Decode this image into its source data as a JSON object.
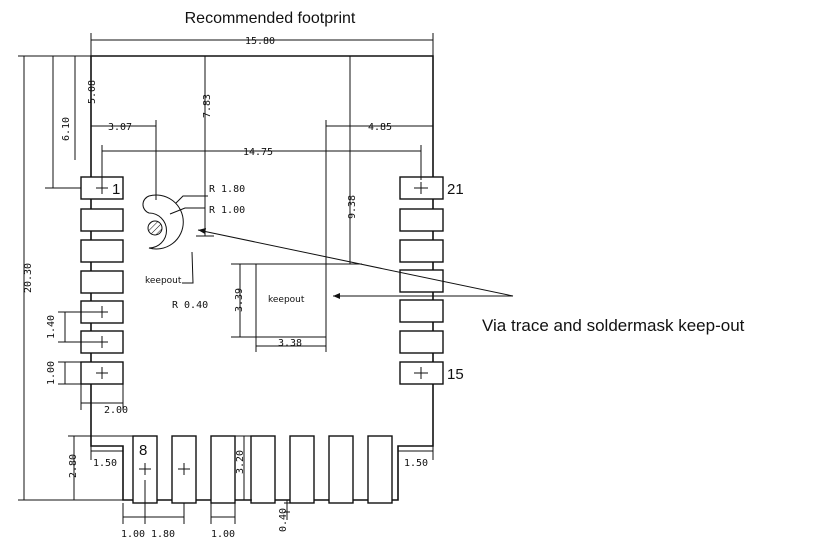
{
  "title": "Recommended footprint",
  "callout": "Via trace and soldermask keep-out",
  "keepout_label": "keepout",
  "pin_numbers": {
    "p1": "1",
    "p8": "8",
    "p15": "15",
    "p21": "21"
  },
  "dims": {
    "overall_width": "15.80",
    "pad_span": "14.75",
    "left_to_via": "3.07",
    "right_to_keepout": "4.85",
    "top_to_pin1": "6.10",
    "top_to_via": "5.08",
    "top_to_ring": "7.83",
    "top_to_keepout": "9.38",
    "overall_height": "20.30",
    "pitch": "1.40",
    "pad_width": "1.00",
    "pad_length": "2.00",
    "bottom_left_offset": "1.50",
    "bottom_right_offset": "1.50",
    "bottom_pad_height": "2.80",
    "notch_height": "3.20",
    "notch_gap": "0.40",
    "bottom_pad_width": "1.00",
    "bottom_pitch": "1.80",
    "bottom_pad_width_2": "1.00",
    "ring_outer_radius": "R 1.80",
    "ring_inner_radius": "R 1.00",
    "via_radius": "R 0.40",
    "keepout_height": "3.39",
    "keepout_width": "3.38"
  }
}
